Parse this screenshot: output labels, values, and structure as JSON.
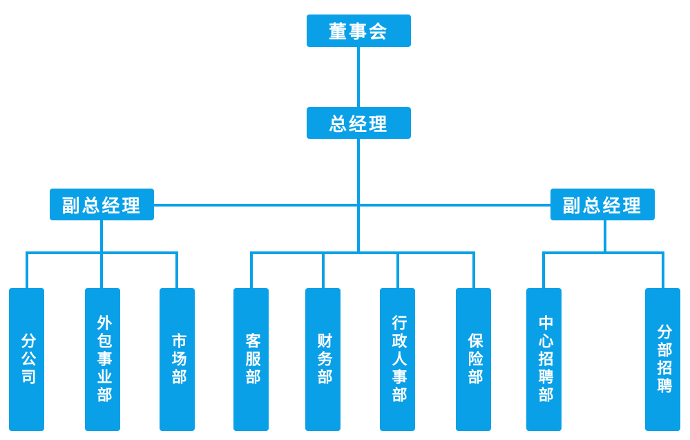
{
  "chart": {
    "board": "董事会",
    "gm": "总经理",
    "vp_left": "副总经理",
    "vp_right": "副总经理",
    "departments": [
      "分公司",
      "外包事业部",
      "市场部",
      "客服部",
      "财务部",
      "行政人事部",
      "保险部",
      "中心招聘部",
      "分部招聘"
    ]
  },
  "colors": {
    "node": "#0aa0e8",
    "line": "#0aa0e8",
    "text": "#ffffff"
  }
}
